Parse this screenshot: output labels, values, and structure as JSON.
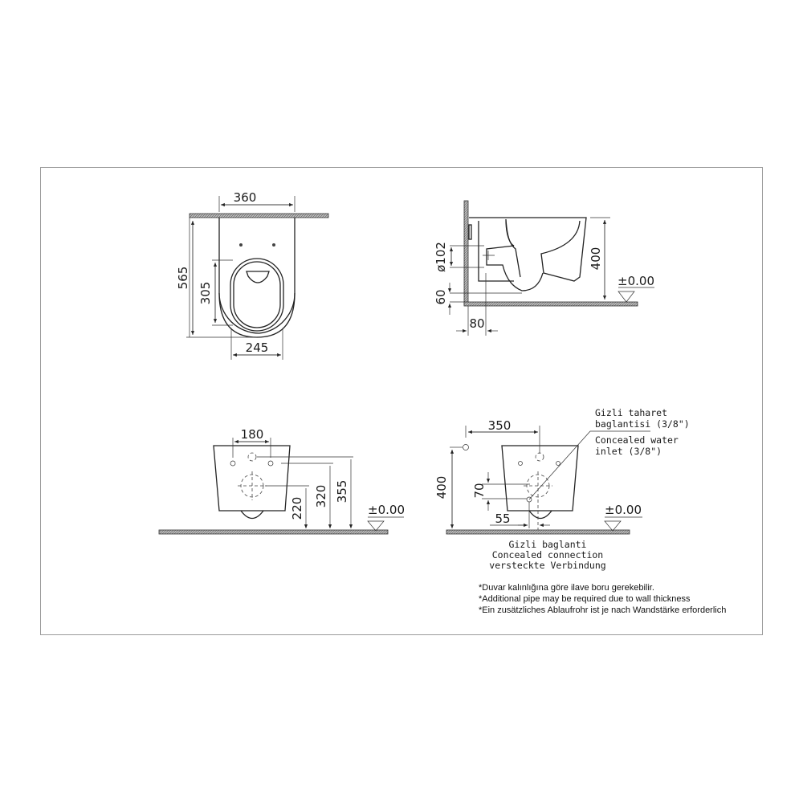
{
  "top_view": {
    "width_label": "360",
    "depth_label": "565",
    "seat_length_label": "305",
    "seat_width_label": "245"
  },
  "side_view": {
    "outlet_diameter_label": "ø102",
    "outlet_height_label": "60",
    "wall_offset_label": "80",
    "height_label": "400",
    "level_label": "±0.00"
  },
  "rear_view": {
    "bolt_spacing_label": "180",
    "dim_220": "220",
    "dim_320": "320",
    "dim_355": "355",
    "level_label": "±0.00"
  },
  "rear_view_2": {
    "offset_label": "350",
    "height_label": "400",
    "dim_70": "70",
    "dim_55": "55",
    "level_label": "±0.00",
    "callout_tr_1": "Gizli taharet",
    "callout_tr_2": "baglantisi (3/8\")",
    "callout_en_1": "Concealed water",
    "callout_en_2": "inlet (3/8\")",
    "bottom_tr": "Gizli baglanti",
    "bottom_en": "Concealed connection",
    "bottom_de": "versteckte Verbindung"
  },
  "notes": [
    "*Duvar kalınlığına göre ilave boru gerekebilir.",
    "*Additional pipe may be required due to wall thickness",
    "*Ein zusätzliches Ablaufrohr ist je nach Wandstärke erforderlich"
  ]
}
